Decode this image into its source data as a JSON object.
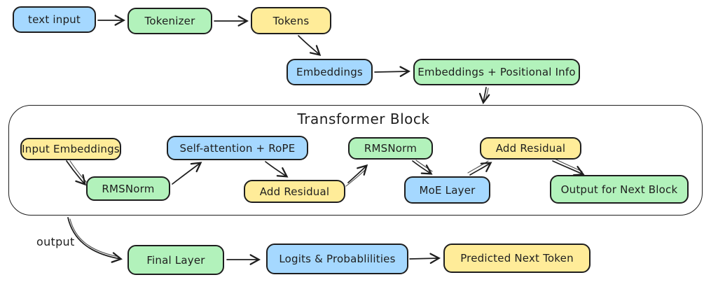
{
  "diagram": {
    "title": "Transformer Block",
    "output_label": "output",
    "colors": {
      "node_blue": "#a5d8ff",
      "node_green": "#b2f2bb",
      "node_yellow": "#ffec99",
      "stroke": "#1e1e1e",
      "background": "#ffffff"
    },
    "nodes": {
      "text_input": {
        "label": "text input",
        "color": "blue"
      },
      "tokenizer": {
        "label": "Tokenizer",
        "color": "green"
      },
      "tokens": {
        "label": "Tokens",
        "color": "yellow"
      },
      "embeddings": {
        "label": "Embeddings",
        "color": "blue"
      },
      "embeddings_positional": {
        "label": "Embeddings + Positional Info",
        "color": "green"
      },
      "input_embeddings": {
        "label": "Input Embeddings",
        "color": "yellow"
      },
      "self_attention": {
        "label": "Self-attention + RoPE",
        "color": "blue"
      },
      "rmsnorm_1": {
        "label": "RMSNorm",
        "color": "green"
      },
      "add_residual_1": {
        "label": "Add Residual",
        "color": "yellow"
      },
      "rmsnorm_2": {
        "label": "RMSNorm",
        "color": "green"
      },
      "moe_layer": {
        "label": "MoE Layer",
        "color": "blue"
      },
      "add_residual_2": {
        "label": "Add Residual",
        "color": "yellow"
      },
      "output_next_block": {
        "label": "Output for Next Block",
        "color": "green"
      },
      "final_layer": {
        "label": "Final Layer",
        "color": "green"
      },
      "logits": {
        "label": "Logits & Probablilities",
        "color": "blue"
      },
      "predicted_next_token": {
        "label": "Predicted Next Token",
        "color": "yellow"
      }
    },
    "edges": [
      {
        "from": "text_input",
        "to": "tokenizer"
      },
      {
        "from": "tokenizer",
        "to": "tokens"
      },
      {
        "from": "tokens",
        "to": "embeddings"
      },
      {
        "from": "embeddings",
        "to": "embeddings_positional"
      },
      {
        "from": "embeddings_positional",
        "to": "transformer_block"
      },
      {
        "from": "input_embeddings",
        "to": "rmsnorm_1"
      },
      {
        "from": "rmsnorm_1",
        "to": "self_attention"
      },
      {
        "from": "self_attention",
        "to": "add_residual_1"
      },
      {
        "from": "add_residual_1",
        "to": "rmsnorm_2"
      },
      {
        "from": "rmsnorm_2",
        "to": "moe_layer"
      },
      {
        "from": "moe_layer",
        "to": "add_residual_2"
      },
      {
        "from": "add_residual_2",
        "to": "output_next_block"
      },
      {
        "from": "transformer_block",
        "to": "final_layer",
        "label": "output"
      },
      {
        "from": "final_layer",
        "to": "logits"
      },
      {
        "from": "logits",
        "to": "predicted_next_token"
      }
    ]
  }
}
